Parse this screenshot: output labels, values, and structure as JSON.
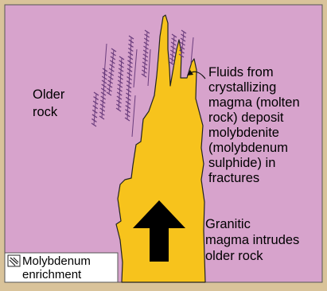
{
  "labels": {
    "older_rock": [
      "Older",
      "rock"
    ],
    "fluids": [
      "Fluids from",
      "crystallizing",
      "magma (molten",
      "rock) deposit",
      "molybdenite",
      "(molybdenum",
      "sulphide) in",
      "fractures"
    ],
    "magma": [
      "Granitic",
      "magma intrudes",
      "older rock"
    ]
  },
  "legend": {
    "icon": "molybdenite-vein-swatch",
    "lines": [
      "Molybdenum",
      "enrichment"
    ]
  },
  "colors": {
    "frame": "#d9c39a",
    "older_rock": "#d7a3cc",
    "magma": "#f7c31c",
    "outline": "#222222",
    "vein": "#6b3d7d",
    "arrow": "#000000",
    "legend_bg": "#ffffff"
  },
  "icons": {
    "magma_arrow": "up-arrow-icon",
    "leader": "curved-leader-line"
  }
}
